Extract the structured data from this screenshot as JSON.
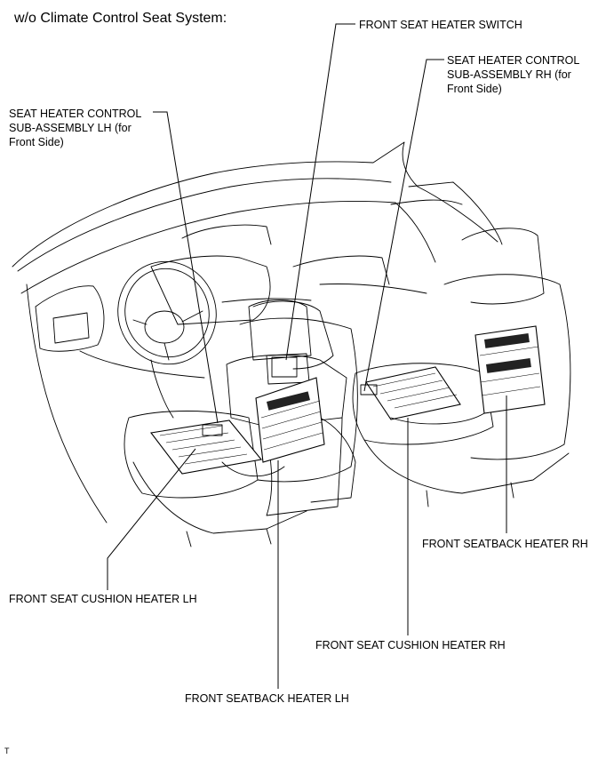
{
  "title": "w/o Climate Control Seat System:",
  "labels": {
    "front_seat_heater_switch": "FRONT SEAT HEATER SWITCH",
    "seat_heater_control_rh": "SEAT HEATER CONTROL\nSUB-ASSEMBLY RH (for\nFront Side)",
    "seat_heater_control_lh": "SEAT HEATER CONTROL\nSUB-ASSEMBLY LH (for\nFront Side)",
    "front_seatback_heater_rh": "FRONT SEATBACK HEATER RH",
    "front_seat_cushion_heater_lh": "FRONT SEAT CUSHION HEATER LH",
    "front_seat_cushion_heater_rh": "FRONT SEAT CUSHION HEATER RH",
    "front_seatback_heater_lh": "FRONT SEATBACK HEATER LH"
  },
  "corner_mark": "T"
}
